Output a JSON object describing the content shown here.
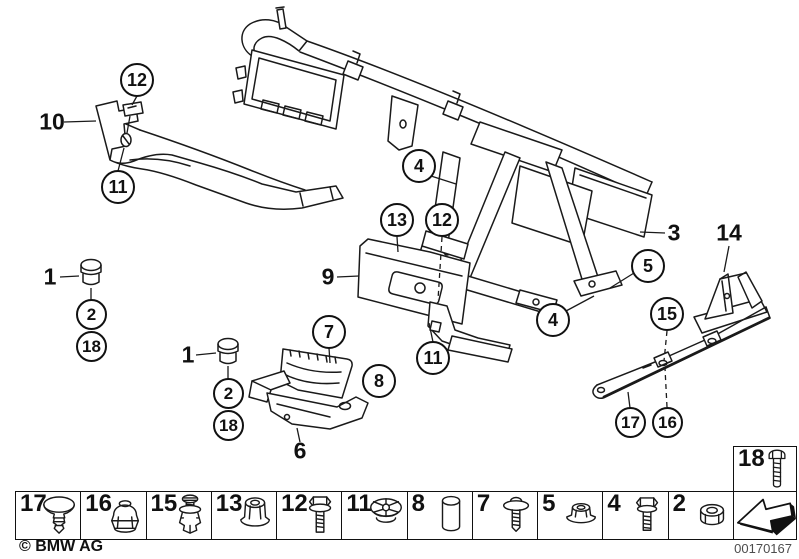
{
  "figure": {
    "copyright": "© BMW AG",
    "diagram_id": "00170167"
  },
  "colors": {
    "line": "#1a1a1a",
    "background": "#ffffff"
  },
  "callouts": {
    "circled": [
      {
        "label": "12"
      },
      {
        "label": "11"
      },
      {
        "label": "2"
      },
      {
        "label": "18"
      },
      {
        "label": "2"
      },
      {
        "label": "18"
      },
      {
        "label": "13"
      },
      {
        "label": "12"
      },
      {
        "label": "7"
      },
      {
        "label": "8"
      },
      {
        "label": "11"
      },
      {
        "label": "4"
      },
      {
        "label": "4"
      },
      {
        "label": "5"
      },
      {
        "label": "15"
      },
      {
        "label": "17"
      },
      {
        "label": "16"
      }
    ],
    "plain": [
      {
        "label": "10"
      },
      {
        "label": "1"
      },
      {
        "label": "1"
      },
      {
        "label": "9"
      },
      {
        "label": "6"
      },
      {
        "label": "3"
      },
      {
        "label": "14"
      }
    ]
  },
  "legend": {
    "row_items": [
      {
        "number": "17",
        "icon": "expanding-rivet"
      },
      {
        "number": "16",
        "icon": "cap-nut"
      },
      {
        "number": "15",
        "icon": "screw-rivet"
      },
      {
        "number": "13",
        "icon": "collar-nut"
      },
      {
        "number": "12",
        "icon": "hex-screw-with-washer"
      },
      {
        "number": "11",
        "icon": "grommet"
      },
      {
        "number": "8",
        "icon": "spacer-sleeve"
      },
      {
        "number": "7",
        "icon": "washer-head-screw"
      },
      {
        "number": "5",
        "icon": "flange-nut"
      },
      {
        "number": "4",
        "icon": "hex-flange-bolt"
      },
      {
        "number": "2",
        "icon": "hex-nut"
      }
    ],
    "bolt_cell": {
      "number": "18",
      "icon": "hex-bolt"
    },
    "arrow_cell": {
      "icon": "direction-arrow"
    }
  }
}
